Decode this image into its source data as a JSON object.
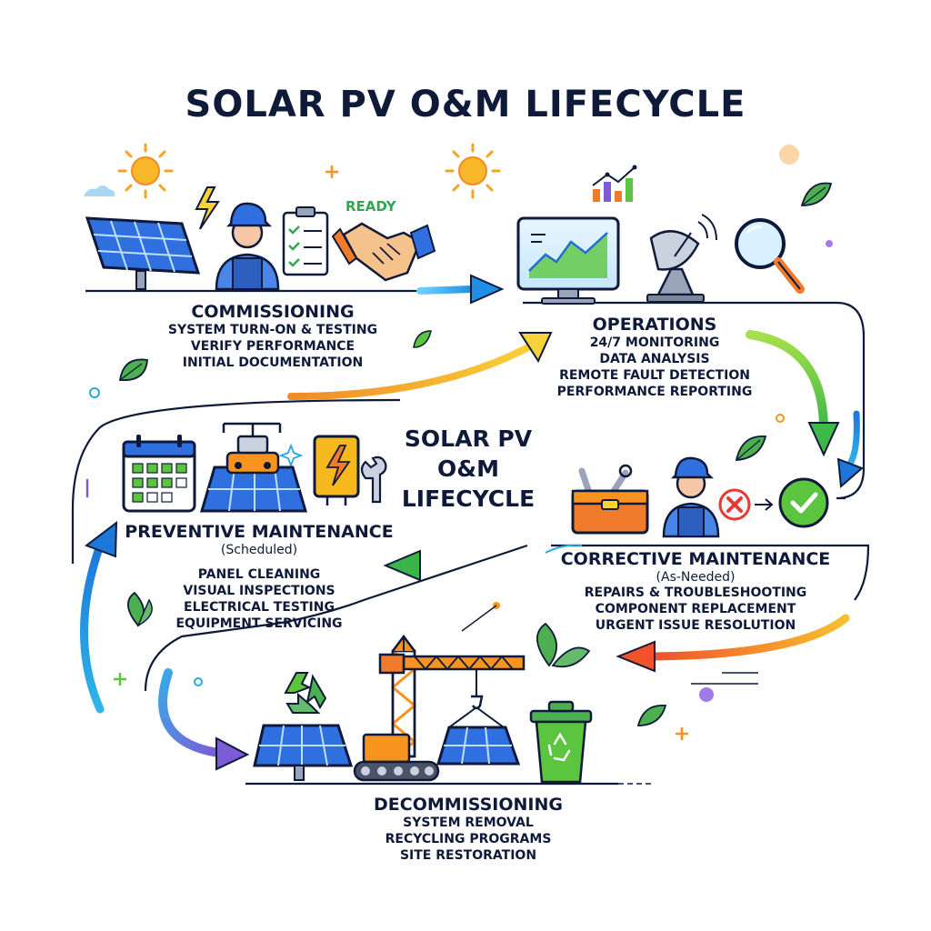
{
  "title": "SOLAR PV O&M LIFECYCLE",
  "center_title": [
    "SOLAR PV",
    "O&M",
    "LIFECYCLE"
  ],
  "ready_label": "READY",
  "stages": {
    "commissioning": {
      "title": "COMMISSIONING",
      "items": [
        "SYSTEM TURN-ON & TESTING",
        "VERIFY PERFORMANCE",
        "INITIAL DOCUMENTATION"
      ]
    },
    "operations": {
      "title": "OPERATIONS",
      "items": [
        "24/7 MONITORING",
        "DATA ANALYSIS",
        "REMOTE FAULT DETECTION",
        "PERFORMANCE REPORTING"
      ]
    },
    "preventive": {
      "title": "PREVENTIVE MAINTENANCE",
      "subtitle": "(Scheduled)",
      "items": [
        "PANEL CLEANING",
        "VISUAL INSPECTIONS",
        "ELECTRICAL TESTING",
        "EQUIPMENT SERVICING"
      ]
    },
    "corrective": {
      "title": "CORRECTIVE MAINTENANCE",
      "subtitle": "(As-Needed)",
      "items": [
        "REPAIRS & TROUBLESHOOTING",
        "COMPONENT REPLACEMENT",
        "URGENT ISSUE RESOLUTION"
      ]
    },
    "decommissioning": {
      "title": "DECOMMISSIONING",
      "items": [
        "SYSTEM REMOVAL",
        "RECYCLING PROGRAMS",
        "SITE RESTORATION"
      ]
    }
  },
  "colors": {
    "ink": "#0f1a3a",
    "panel_blue": "#2f6fe0",
    "green": "#5cc53f",
    "orange": "#f7931e",
    "sky": "#29a8e6",
    "purple": "#7b5cd6",
    "yellow": "#f5c518"
  },
  "icons": [
    "sun-icon",
    "solar-panel-icon",
    "lightning-icon",
    "technician-icon",
    "checklist-icon",
    "handshake-icon",
    "monitor-icon",
    "satellite-dish-icon",
    "magnifier-icon",
    "bar-chart-icon",
    "calendar-icon",
    "cleaning-robot-icon",
    "inverter-icon",
    "wrench-icon",
    "toolbox-icon",
    "error-icon",
    "success-icon",
    "recycle-icon",
    "crane-icon",
    "recycle-bin-icon",
    "leaf-icon"
  ]
}
